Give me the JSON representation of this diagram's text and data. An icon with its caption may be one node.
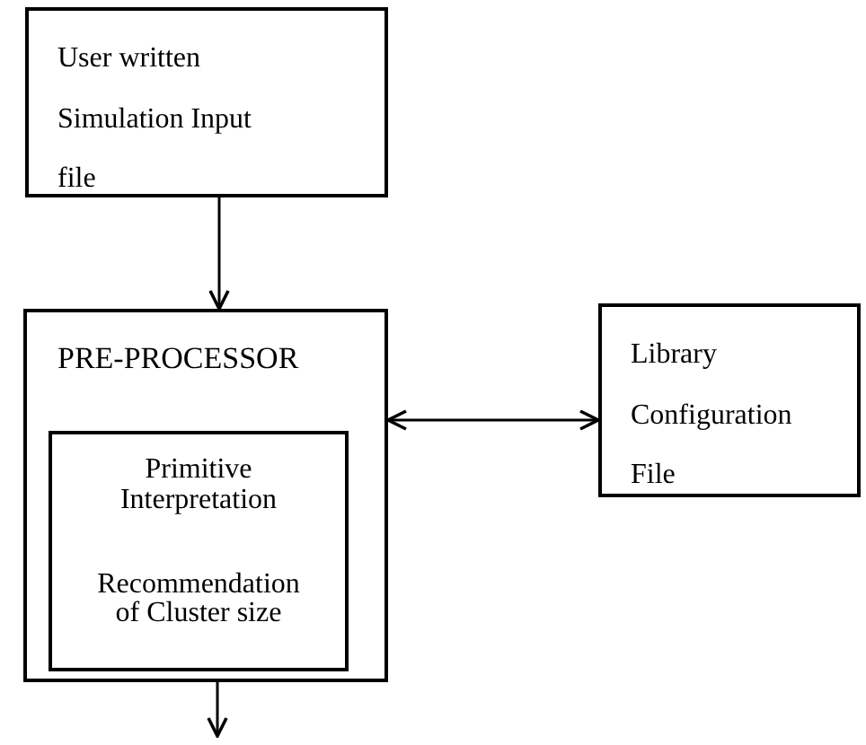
{
  "diagram": {
    "nodes": [
      {
        "text": [
          "User written Simulation Input file"
        ]
      },
      {
        "text": [
          "PRE-PROCESSOR"
        ]
      },
      {
        "text": [
          "Primitive Interpretation",
          "Recommendation of Cluster size"
        ],
        "in": 1
      },
      {
        "text": [
          "Library Configuration File"
        ]
      }
    ],
    "edges": [
      {
        "from": 0,
        "to": 1,
        "arrow": "to"
      },
      {
        "from": 1,
        "to": 3,
        "arrow": "both"
      },
      {
        "from": 1,
        "to": null,
        "arrow": "to"
      }
    ]
  }
}
